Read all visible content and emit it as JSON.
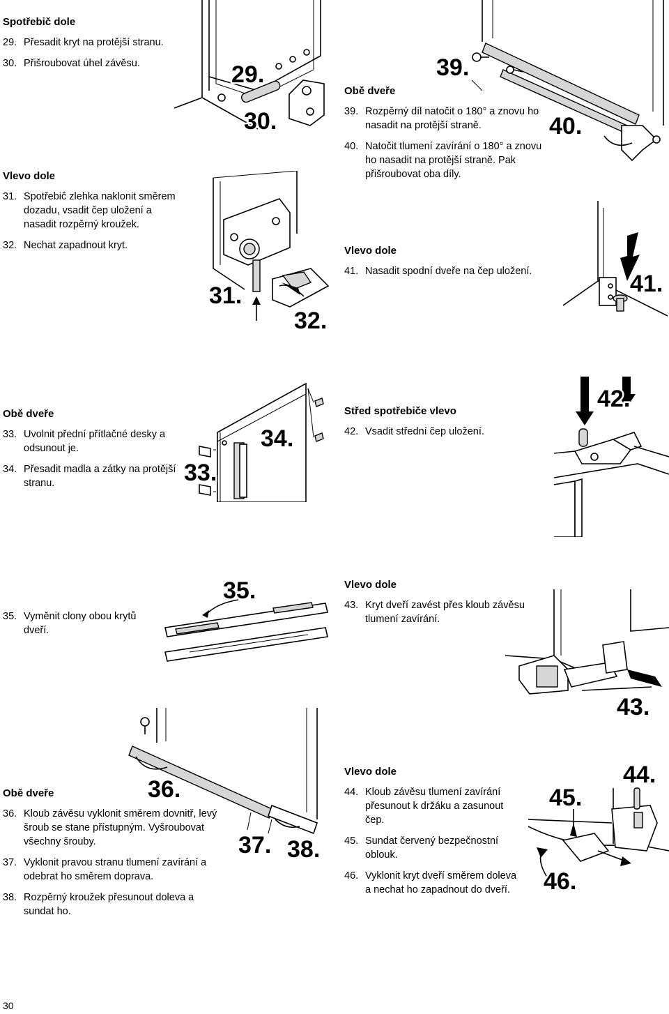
{
  "sections": [
    {
      "heading": "Spotřebič dole",
      "steps": [
        {
          "n": "29",
          "text": "Přesadit kryt na protější stranu."
        },
        {
          "n": "30",
          "text": "Přišroubovat úhel závěsu."
        }
      ]
    },
    {
      "heading": "Vlevo dole",
      "steps": [
        {
          "n": "31",
          "text": "Spotřebič zlehka naklonit směrem dozadu, vsadit čep uložení a nasadit rozpěrný kroužek."
        },
        {
          "n": "32",
          "text": "Nechat zapadnout kryt."
        }
      ]
    },
    {
      "heading": "Obě dveře",
      "steps": [
        {
          "n": "39",
          "text": "Rozpěrný díl natočit o 180° a znovu ho nasadit na protější straně."
        },
        {
          "n": "40",
          "text": "Natočit tlumení zavírání o 180° a znovu ho nasadit na protější straně. Pak přišroubovat oba díly."
        }
      ]
    },
    {
      "heading": "Vlevo dole",
      "steps": [
        {
          "n": "41",
          "text": "Nasadit spodní dveře na čep uložení."
        }
      ]
    },
    {
      "heading": "Obě dveře",
      "steps": [
        {
          "n": "33",
          "text": "Uvolnit přední přítlačné desky a odsunout je."
        },
        {
          "n": "34",
          "text": "Přesadit madla a zátky na protější stranu."
        }
      ]
    },
    {
      "heading": "Střed spotřebiče vlevo",
      "steps": [
        {
          "n": "42",
          "text": "Vsadit střední čep uložení."
        }
      ]
    },
    {
      "heading": "",
      "steps": [
        {
          "n": "35",
          "text": "Vyměnit clony obou krytů dveří."
        }
      ]
    },
    {
      "heading": "Vlevo dole",
      "steps": [
        {
          "n": "43",
          "text": "Kryt dveří zavést přes kloub závěsu tlumení zavírání."
        }
      ]
    },
    {
      "heading": "Obě dveře",
      "steps": [
        {
          "n": "36",
          "text": "Kloub závěsu vyklonit směrem dovnitř, levý šroub se stane přístupným. Vyšroubovat všechny šrouby."
        },
        {
          "n": "37",
          "text": "Vyklonit pravou stranu tlumení zavírání a odebrat ho směrem doprava."
        },
        {
          "n": "38",
          "text": "Rozpěrný kroužek přesunout doleva a sundat ho."
        }
      ]
    },
    {
      "heading": "Vlevo dole",
      "steps": [
        {
          "n": "44",
          "text": "Kloub závěsu tlumení zavírání přesunout k držáku a zasunout čep."
        },
        {
          "n": "45",
          "text": "Sundat červený bezpečnostní oblouk."
        },
        {
          "n": "46",
          "text": "Vyklonit kryt dveří směrem doleva a nechat ho zapadnout do dveří."
        }
      ]
    }
  ],
  "figure_labels": {
    "l29": "29.",
    "l30": "30.",
    "l31": "31.",
    "l32": "32.",
    "l33": "33.",
    "l34": "34.",
    "l35": "35.",
    "l36": "36.",
    "l37": "37.",
    "l38": "38.",
    "l39": "39.",
    "l40": "40.",
    "l41": "41.",
    "l42": "42.",
    "l43": "43.",
    "l44": "44.",
    "l45": "45.",
    "l46": "46."
  },
  "page_number": "30"
}
